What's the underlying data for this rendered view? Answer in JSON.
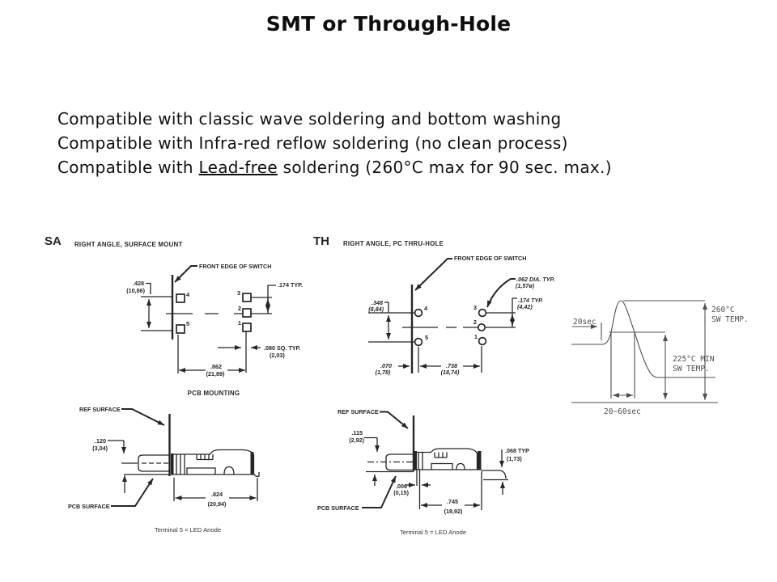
{
  "colors": {
    "accent_red": "#c9423b",
    "ink": "#262626"
  },
  "header": {
    "title": "SMT or Through-Hole"
  },
  "bullets": {
    "line1": "Compatible with classic wave soldering and bottom washing",
    "line2": "Compatible with Infra-red reflow soldering (no clean process)",
    "line3_pre": "Compatible with ",
    "line3_u": "Lead-free",
    "line3_post": " soldering (260°C max for 90 sec. max.)"
  },
  "sa_diagram": {
    "code": "SA",
    "title": "RIGHT ANGLE, SURFACE MOUNT",
    "front_edge_label": "FRONT EDGE OF SWITCH",
    "dim_height": ".428",
    "dim_height_mm": "(10,86)",
    "dim_pitch": ".174 TYP.",
    "dim_pad": ".080 SQ. TYP.",
    "dim_pad_mm": "(2,03)",
    "dim_width": ".862",
    "dim_width_mm": "(21,89)",
    "pins": {
      "p4": "4",
      "p5": "5",
      "p3": "3",
      "p2": "2",
      "p1": "1"
    },
    "caption": "PCB MOUNTING"
  },
  "th_diagram": {
    "code": "TH",
    "title": "RIGHT ANGLE, PC THRU-HOLE",
    "front_edge_label": "FRONT EDGE OF SWITCH",
    "dim_hole": ".062 DIA. TYP.",
    "dim_hole_mm": "(1,57ø)",
    "dim_height": ".348",
    "dim_height_mm": "(8,84)",
    "dim_pitch": ".174 TYP.",
    "dim_pitch_mm": "(4,42)",
    "dim_offset": ".070",
    "dim_offset_mm": "(1,78)",
    "dim_span": ".738",
    "dim_span_mm": "(18,74)",
    "pins": {
      "p4": "4",
      "p5": "5",
      "p3": "3",
      "p2": "2",
      "p1": "1"
    }
  },
  "reflow_profile": {
    "preheat": "20sec",
    "peak_temp": "260°C",
    "peak_temp_label": "SW TEMP.",
    "min_temp": "225°C MIN",
    "min_temp_label": "SW TEMP.",
    "dwell": "20~60sec"
  },
  "sa_side": {
    "ref_label": "REF SURFACE",
    "pcb_label": "PCB SURFACE",
    "dim_offset": ".120",
    "dim_offset_mm": "(3,04)",
    "dim_length": ".824",
    "dim_length_mm": "(20,94)",
    "note": "Terminal 5 = LED Anode"
  },
  "th_side": {
    "ref_label": "REF SURFACE",
    "pcb_label": "PCB SURFACE",
    "dim_offset": ".115",
    "dim_offset_mm": "(2,92)",
    "dim_gap": ".006",
    "dim_gap_mm": "(0,15)",
    "dim_length": ".745",
    "dim_length_mm": "(18,92)",
    "dim_lead": ".068 TYP",
    "dim_lead_mm": "(1,73)",
    "note": "Terminal 5 = LED Anode"
  }
}
